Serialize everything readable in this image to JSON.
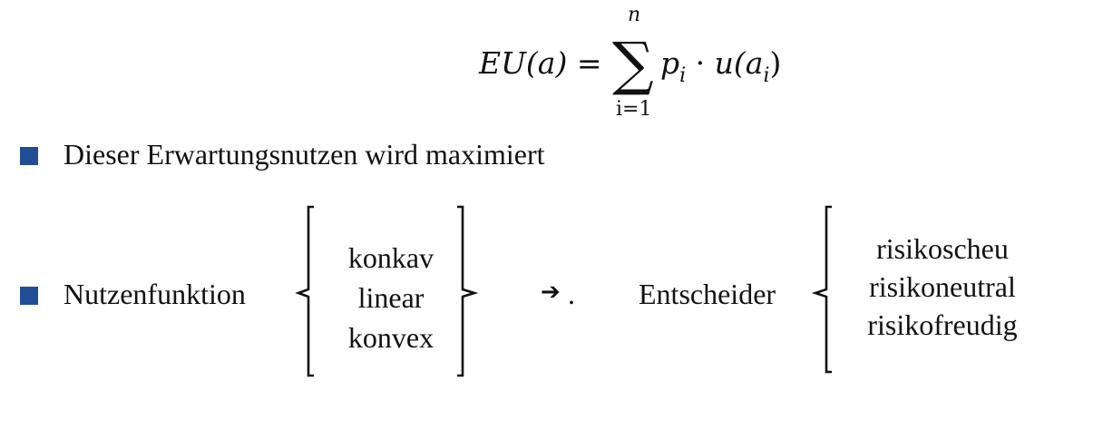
{
  "formula": {
    "lhs": "EU(a)",
    "equals": "=",
    "sum_symbol": "∑",
    "sum_upper": "n",
    "sum_lower": "i=1",
    "term_p": "p",
    "term_p_sub": "i",
    "dot": "·",
    "term_u": "u(a",
    "term_u_sub": "i",
    "term_close": ")"
  },
  "bullets": [
    {
      "text": "Dieser Erwartungsnutzen wird maximiert"
    },
    {
      "text": "Nutzenfunktion"
    }
  ],
  "utility_forms": [
    "konkav",
    "linear",
    "konvex"
  ],
  "arrow": {
    "symbol": "➔",
    "trailing": "."
  },
  "decider": {
    "label": "Entscheider",
    "types": [
      "risikoscheu",
      "risikoneutral",
      "risikofreudig"
    ]
  },
  "colors": {
    "bullet": "#1f4e96",
    "text": "#111111"
  }
}
